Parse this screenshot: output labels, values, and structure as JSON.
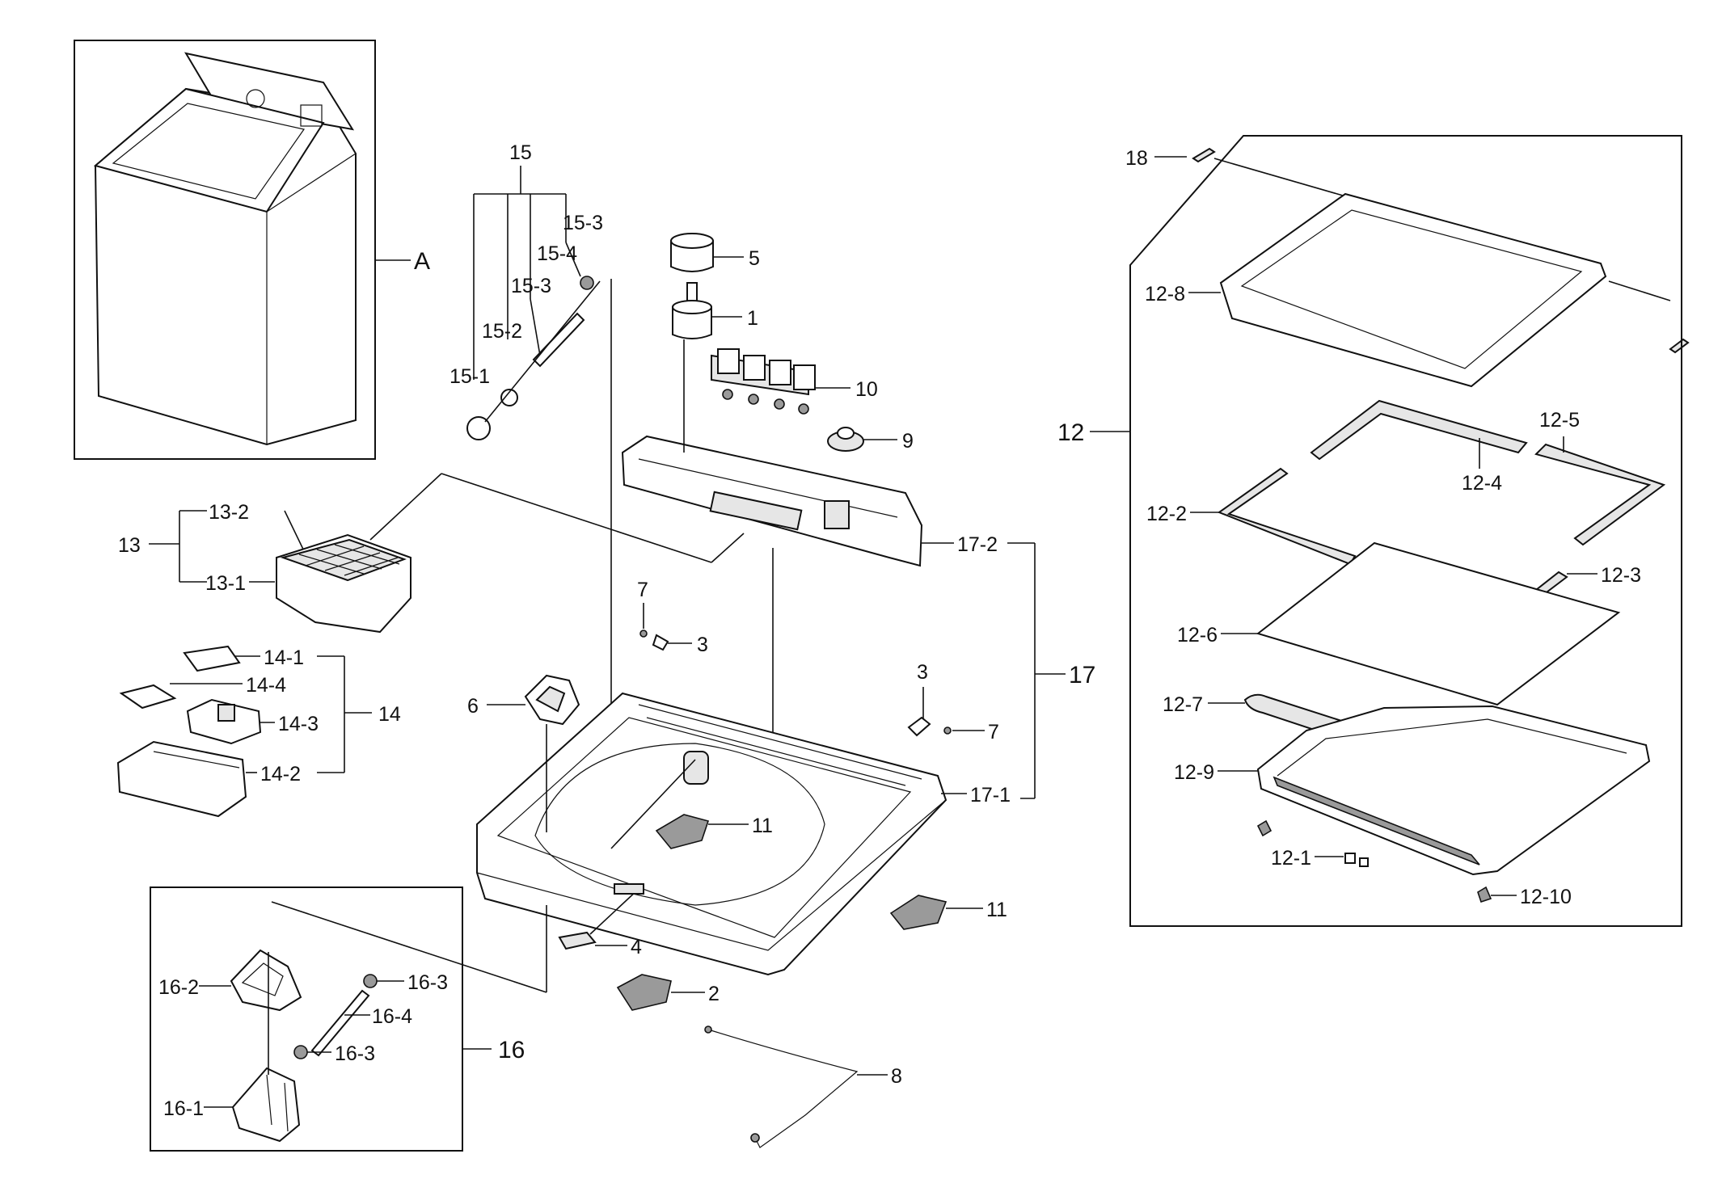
{
  "labels": {
    "A": "A",
    "p1": "1",
    "p2": "2",
    "p3a": "3",
    "p3b": "3",
    "p4": "4",
    "p5": "5",
    "p6": "6",
    "p7a": "7",
    "p7b": "7",
    "p8": "8",
    "p9": "9",
    "p10": "10",
    "p11a": "11",
    "p11b": "11",
    "p12": "12",
    "p12_1": "12-1",
    "p12_2": "12-2",
    "p12_3": "12-3",
    "p12_4": "12-4",
    "p12_5": "12-5",
    "p12_6": "12-6",
    "p12_7": "12-7",
    "p12_8": "12-8",
    "p12_9": "12-9",
    "p12_10": "12-10",
    "p13": "13",
    "p13_1": "13-1",
    "p13_2": "13-2",
    "p14": "14",
    "p14_1": "14-1",
    "p14_2": "14-2",
    "p14_3": "14-3",
    "p14_4": "14-4",
    "p15": "15",
    "p15_1": "15-1",
    "p15_2": "15-2",
    "p15_3a": "15-3",
    "p15_3b": "15-3",
    "p15_4": "15-4",
    "p16": "16",
    "p16_1": "16-1",
    "p16_2": "16-2",
    "p16_3a": "16-3",
    "p16_3b": "16-3",
    "p16_4": "16-4",
    "p17": "17",
    "p17_1": "17-1",
    "p17_2": "17-2",
    "p18": "18"
  }
}
